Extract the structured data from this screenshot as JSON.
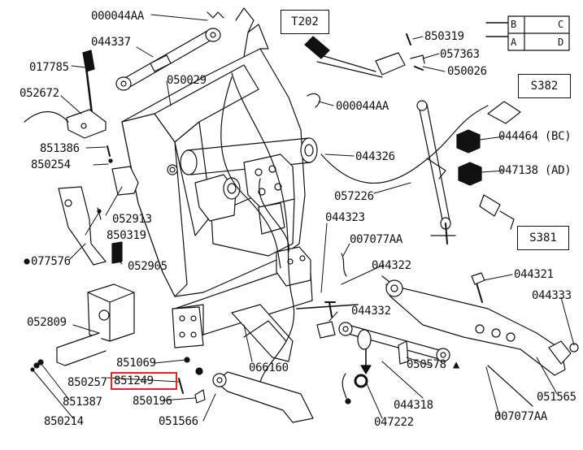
{
  "callout_boxes": {
    "t202": "T202",
    "s382": "S382",
    "s381": "S381"
  },
  "connector_icon_letters": [
    "B",
    "C",
    "A",
    "D"
  ],
  "highlight": {
    "part": "851249",
    "color": "#e3242b"
  },
  "parts": {
    "p000044AA_top": "000044AA",
    "p044337": "044337",
    "p017785": "017785",
    "p052672": "052672",
    "p050029": "050029",
    "p851386": "851386",
    "p850254": "850254",
    "p052913": "052913",
    "p850319_left": "850319",
    "p077576": "077576",
    "p052905": "052905",
    "p052809": "052809",
    "p851069": "851069",
    "p850257": "850257",
    "p851249": "851249",
    "p850196": "850196",
    "p851387": "851387",
    "p850214": "850214",
    "p051566": "051566",
    "p066160": "066160",
    "p850319_right": "850319",
    "p057363": "057363",
    "p050026": "050026",
    "p000044AA_mid": "000044AA",
    "p044464": "044464 (BC)",
    "p044326": "044326",
    "p047138": "047138 (AD)",
    "p057226": "057226",
    "p044323": "044323",
    "p007077AA_top": "007077AA",
    "p044322": "044322",
    "p044321": "044321",
    "p044333": "044333",
    "p044332": "044332",
    "p050578": "050578 ▲",
    "p044318": "044318",
    "p047222": "047222",
    "p007077AA_bottom": "007077AA",
    "p051565": "051565"
  }
}
